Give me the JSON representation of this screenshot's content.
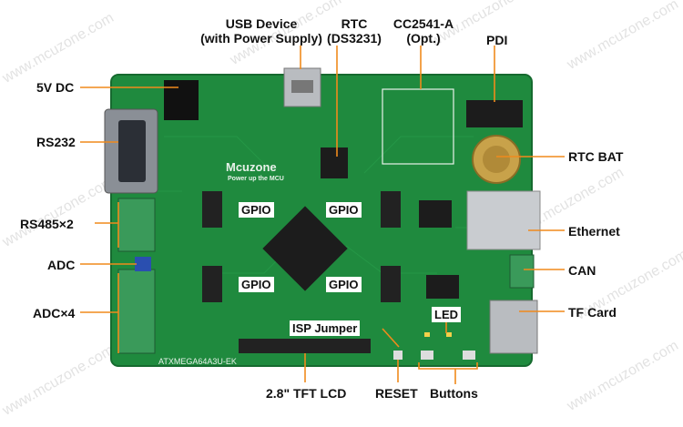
{
  "watermark": "www.mcuzone.com",
  "colors": {
    "pcb": "#1f8a3e",
    "pcb_dark": "#166a2f",
    "leader": "#f08a1c",
    "chip": "#1c1c1c",
    "silk": "#e8f2ea"
  },
  "board": {
    "brand": "Mcuzone",
    "tagline": "Power up the MCU",
    "model": "ATXMEGA64A3U-EK"
  },
  "labels": {
    "usb_device": "USB Device",
    "usb_device_sub": "(with Power Supply)",
    "rtc": "RTC",
    "rtc_sub": "(DS3231)",
    "cc2541": "CC2541-A",
    "cc2541_sub": "(Opt.)",
    "pdi": "PDI",
    "dc5v": "5V DC",
    "rs232": "RS232",
    "rtc_bat": "RTC BAT",
    "rs485": "RS485×2",
    "gpio1": "GPIO",
    "gpio2": "GPIO",
    "gpio3": "GPIO",
    "gpio4": "GPIO",
    "ethernet": "Ethernet",
    "adc": "ADC",
    "can": "CAN",
    "adc4": "ADC×4",
    "tf_card": "TF Card",
    "led": "LED",
    "isp_jumper": "ISP Jumper",
    "tft_lcd": "2.8\" TFT LCD",
    "reset": "RESET",
    "buttons": "Buttons"
  }
}
